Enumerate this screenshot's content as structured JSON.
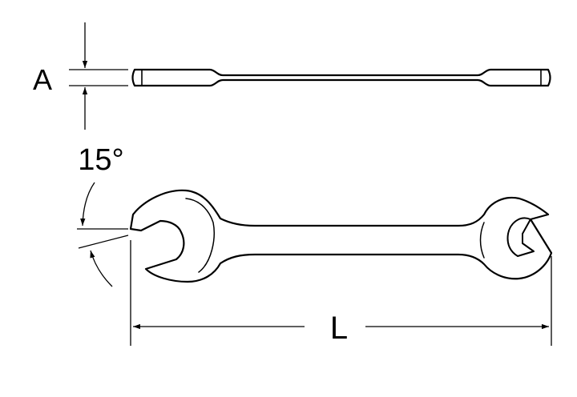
{
  "dimensions": {
    "thickness_label": "A",
    "angle_label": "15°",
    "length_label": "L"
  },
  "colors": {
    "line": "#000000",
    "background": "#ffffff"
  }
}
